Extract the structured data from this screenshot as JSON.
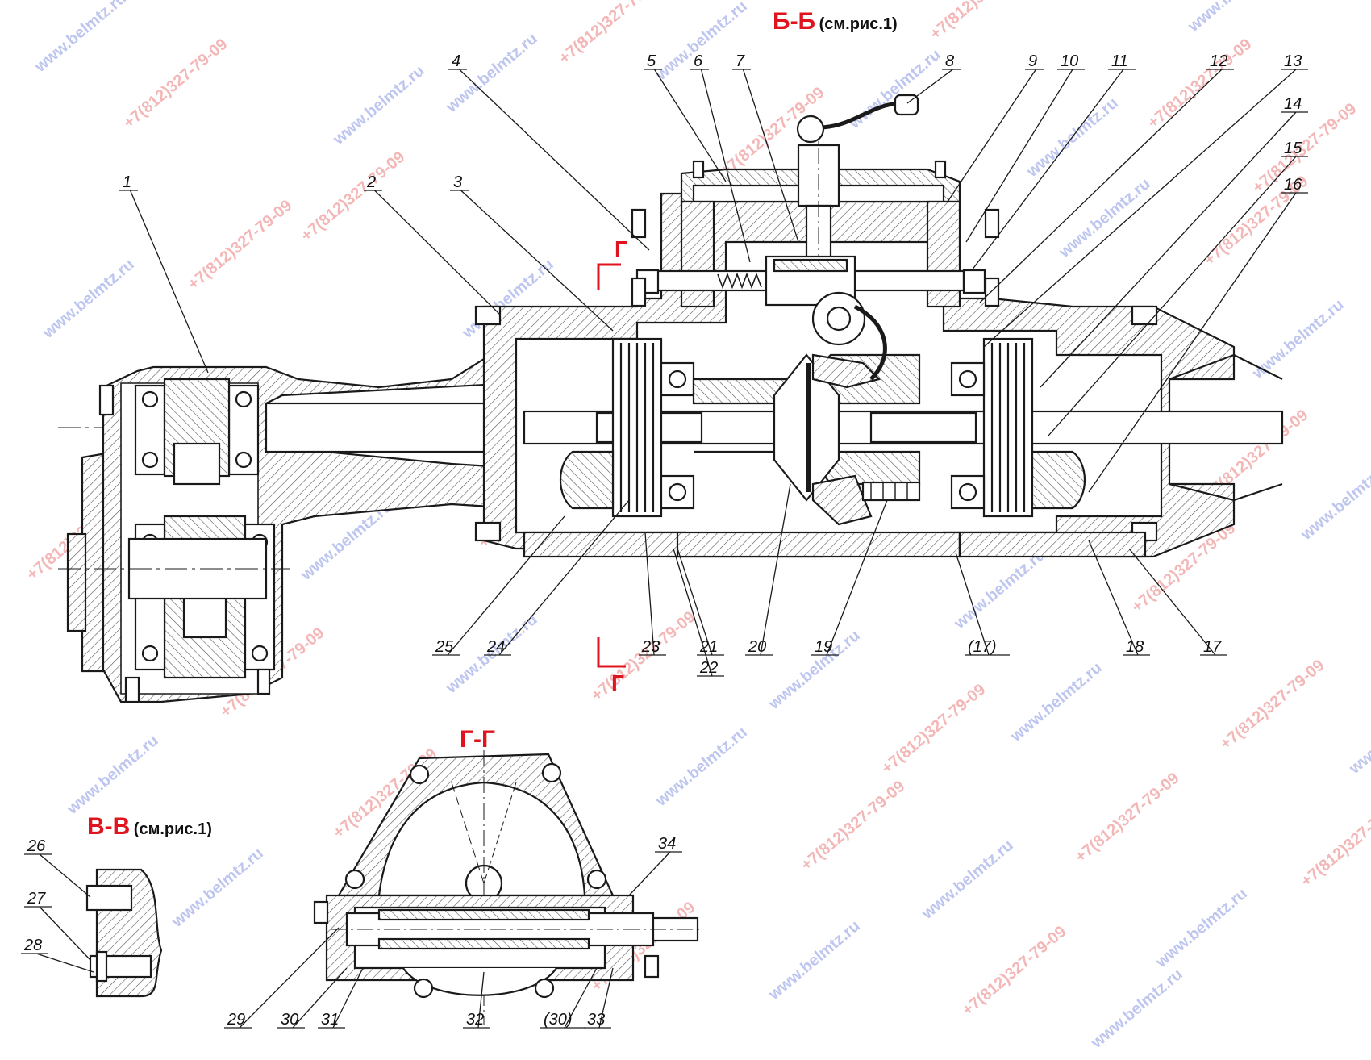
{
  "sections": {
    "bb": {
      "letter": "Б-Б",
      "ref": "(см.рис.1)"
    },
    "gg": {
      "letter": "Г-Г"
    },
    "vv": {
      "letter": "В-В",
      "ref": "(см.рис.1)"
    },
    "cut_letter": "Г"
  },
  "callouts": [
    "1",
    "2",
    "3",
    "4",
    "5",
    "6",
    "7",
    "8",
    "9",
    "10",
    "11",
    "12",
    "13",
    "14",
    "15",
    "16",
    "17",
    "(17)",
    "18",
    "19",
    "20",
    "21",
    "22",
    "23",
    "24",
    "25",
    "26",
    "27",
    "28",
    "29",
    "30",
    "(30)",
    "31",
    "32",
    "33",
    "34"
  ],
  "watermarks": {
    "site": "www.belmtz.ru",
    "phone": "+7(812)327-79-09"
  },
  "colors": {
    "line": "#1a1a1a",
    "hatch": "#555555",
    "accent": "#e0141e",
    "wm_red": "#f0a0a0",
    "wm_blue": "#a9b4ea"
  }
}
